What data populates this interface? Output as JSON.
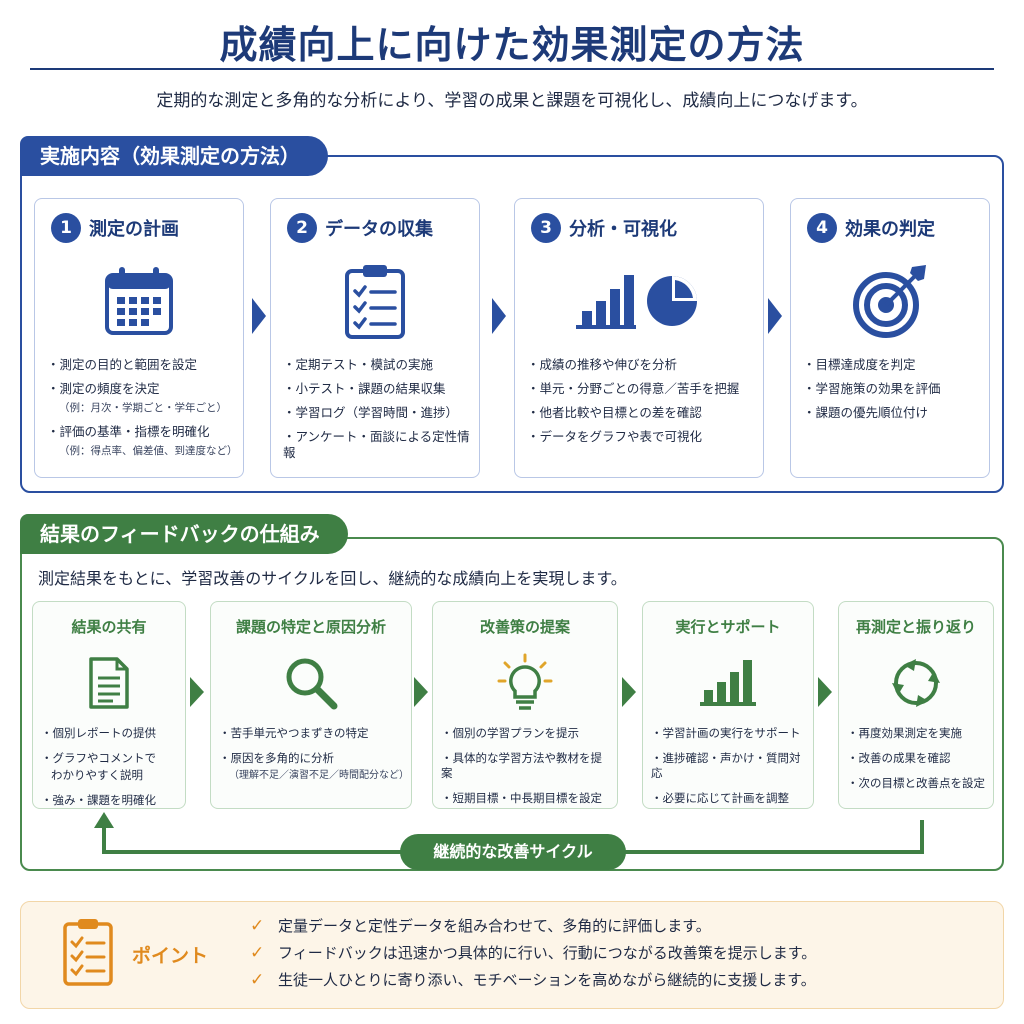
{
  "title": "成績向上に向けた効果測定の方法",
  "subtitle": "定期的な測定と多角的な分析により、学習の成果と課題を可視化し、成績向上につなげます。",
  "section1": {
    "heading": "実施内容（効果測定の方法）",
    "steps": [
      {
        "num": "1",
        "title": "測定の計画",
        "icon": "calendar-icon",
        "items": [
          {
            "text": "測定の目的と範囲を設定",
            "note": ""
          },
          {
            "text": "測定の頻度を決定",
            "note": "（例：月次・学期ごと・学年ごと）"
          },
          {
            "text": "評価の基準・指標を明確化",
            "note": "（例：得点率、偏差値、到達度など）"
          }
        ]
      },
      {
        "num": "2",
        "title": "データの収集",
        "icon": "clipboard-checklist-icon",
        "items": [
          {
            "text": "定期テスト・模試の実施",
            "note": ""
          },
          {
            "text": "小テスト・課題の結果収集",
            "note": ""
          },
          {
            "text": "学習ログ（学習時間・進捗）",
            "note": ""
          },
          {
            "text": "アンケート・面談による定性情報",
            "note": ""
          }
        ]
      },
      {
        "num": "3",
        "title": "分析・可視化",
        "icon": "bar-pie-chart-icon",
        "items": [
          {
            "text": "成績の推移や伸びを分析",
            "note": ""
          },
          {
            "text": "単元・分野ごとの得意／苦手を把握",
            "note": ""
          },
          {
            "text": "他者比較や目標との差を確認",
            "note": ""
          },
          {
            "text": "データをグラフや表で可視化",
            "note": ""
          }
        ]
      },
      {
        "num": "4",
        "title": "効果の判定",
        "icon": "target-icon",
        "items": [
          {
            "text": "目標達成度を判定",
            "note": ""
          },
          {
            "text": "学習施策の効果を評価",
            "note": ""
          },
          {
            "text": "課題の優先順位付け",
            "note": ""
          }
        ]
      }
    ]
  },
  "section2": {
    "heading": "結果のフィードバックの仕組み",
    "description": "測定結果をもとに、学習改善のサイクルを回し、継続的な成績向上を実現します。",
    "stages": [
      {
        "title": "結果の共有",
        "icon": "document-icon",
        "items": [
          {
            "text": "個別レポートの提供",
            "note": ""
          },
          {
            "text": "グラフやコメントで",
            "note": "わかりやすく説明"
          },
          {
            "text": "強み・課題を明確化",
            "note": ""
          }
        ]
      },
      {
        "title": "課題の特定と原因分析",
        "icon": "magnifier-icon",
        "items": [
          {
            "text": "苦手単元やつまずきの特定",
            "note": ""
          },
          {
            "text": "原因を多角的に分析",
            "note": "（理解不足／演習不足／時間配分など）"
          }
        ]
      },
      {
        "title": "改善策の提案",
        "icon": "lightbulb-icon",
        "items": [
          {
            "text": "個別の学習プランを提示",
            "note": ""
          },
          {
            "text": "具体的な学習方法や教材を提案",
            "note": ""
          },
          {
            "text": "短期目標・中長期目標を設定",
            "note": ""
          }
        ]
      },
      {
        "title": "実行とサポート",
        "icon": "bar-chart-icon",
        "items": [
          {
            "text": "学習計画の実行をサポート",
            "note": ""
          },
          {
            "text": "進捗確認・声かけ・質問対応",
            "note": ""
          },
          {
            "text": "必要に応じて計画を調整",
            "note": ""
          }
        ]
      },
      {
        "title": "再測定と振り返り",
        "icon": "cycle-arrows-icon",
        "items": [
          {
            "text": "再度効果測定を実施",
            "note": ""
          },
          {
            "text": "改善の成果を確認",
            "note": ""
          },
          {
            "text": "次の目標と改善点を設定",
            "note": ""
          }
        ]
      }
    ],
    "cycle_label": "継続的な改善サイクル"
  },
  "point": {
    "label": "ポイント",
    "icon": "checklist-icon",
    "items": [
      "定量データと定性データを組み合わせて、多角的に評価します。",
      "フィードバックは迅速かつ具体的に行い、行動につながる改善策を提示します。",
      "生徒一人ひとりに寄り添い、モチベーションを高めながら継続的に支援します。"
    ]
  },
  "colors": {
    "blue": "#2a4fa0",
    "navy": "#1d3a78",
    "green": "#3f7f44",
    "orange": "#e08a1e",
    "point_bg": "#fdf5e8"
  }
}
